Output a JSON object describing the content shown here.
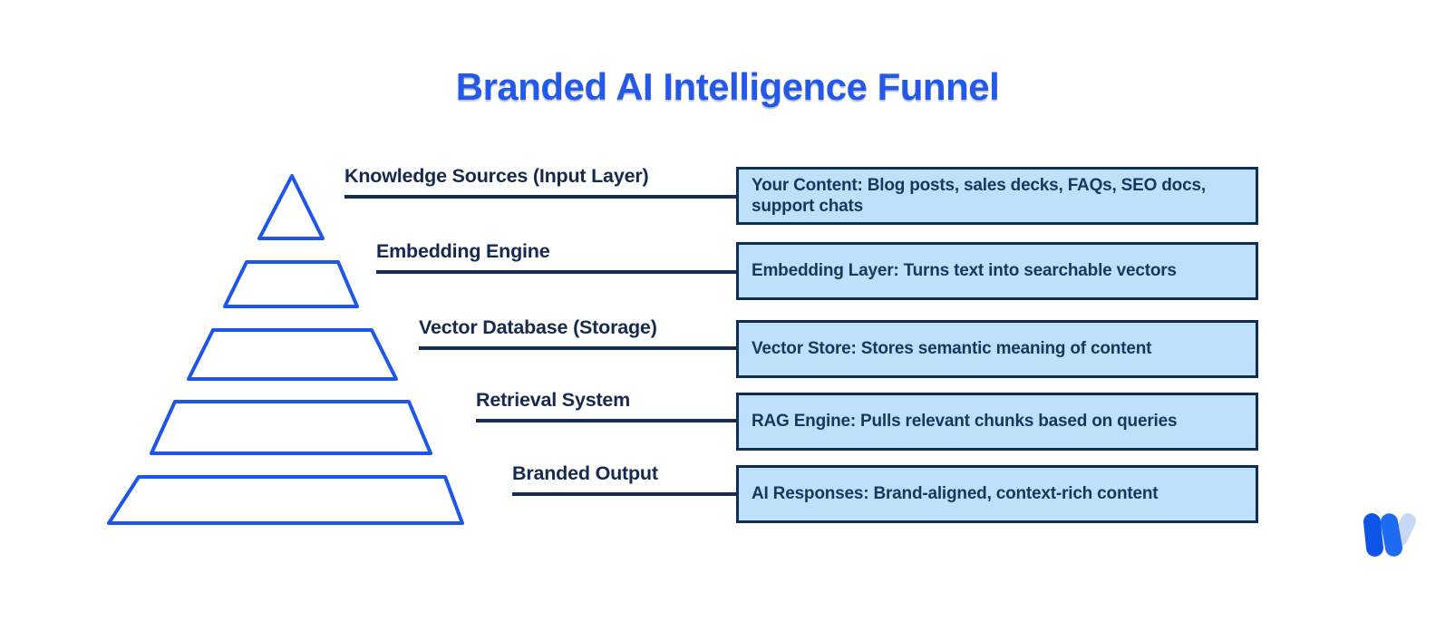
{
  "title": "Branded AI Intelligence Funnel",
  "funnel": {
    "levels": [
      {
        "label": "Knowledge Sources (Input Layer)",
        "description": "Your Content: Blog posts, sales decks, FAQs, SEO docs, support chats"
      },
      {
        "label": "Embedding Engine",
        "description": "Embedding Layer: Turns text into searchable vectors"
      },
      {
        "label": "Vector Database (Storage)",
        "description": "Vector Store: Stores semantic meaning of content"
      },
      {
        "label": "Retrieval System",
        "description": "RAG Engine: Pulls relevant chunks based on queries"
      },
      {
        "label": "Branded Output",
        "description": "AI Responses: Brand-aligned, context-rich content"
      }
    ]
  },
  "logo": {
    "icon": "w-mark-logo"
  },
  "colors": {
    "title_blue": "#2458E8",
    "pyramid_stroke": "#1E57E8",
    "connector_navy": "#152C55",
    "box_fill": "#BFE0FB",
    "box_border": "#0F2D55",
    "box_text": "#14395F",
    "label_text": "#16294E",
    "logo_left": "#0D55E6",
    "logo_mid": "#1E6AF3",
    "logo_right": "#C8D8F6"
  }
}
